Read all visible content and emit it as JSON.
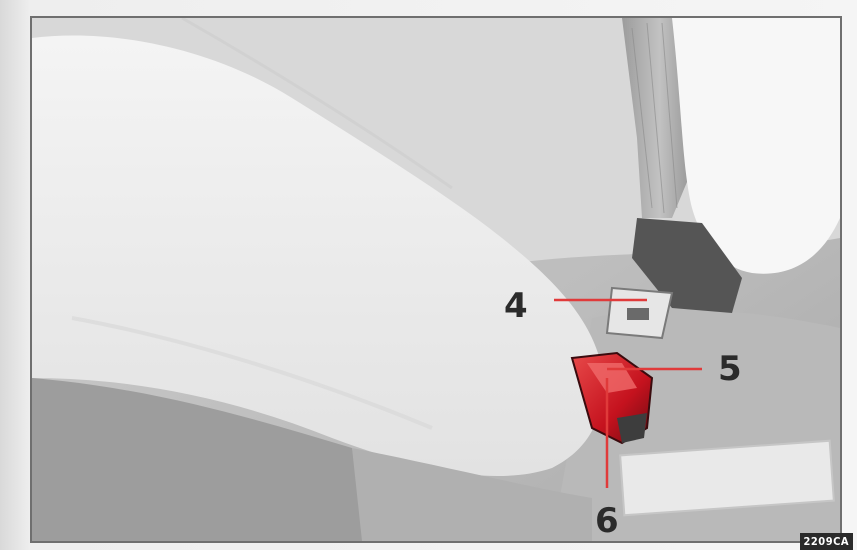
{
  "figure": {
    "callouts": [
      {
        "label": "4",
        "target": "tongue-plate"
      },
      {
        "label": "5",
        "target": "release-button"
      },
      {
        "label": "6",
        "target": "buckle"
      }
    ],
    "code": "2209CA"
  },
  "colors": {
    "leader_line": "#e03a3a",
    "buckle_red": "#d11f2a",
    "frame": "#6f6f6f"
  }
}
